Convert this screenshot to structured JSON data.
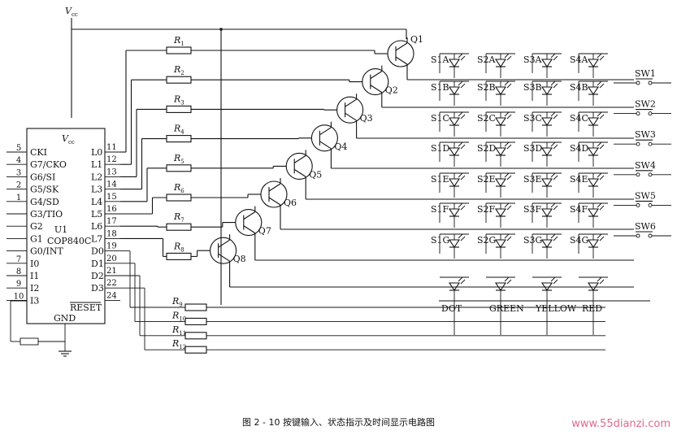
{
  "vcc_label": "V",
  "vcc_sub": "cc",
  "chip": {
    "vcc_label": "V",
    "vcc_sub": "cc",
    "ref": "U1",
    "part": "COP840C",
    "gnd": "GND",
    "reset": "RESET",
    "left_pins": [
      {
        "num": "5",
        "name": "CKI"
      },
      {
        "num": "4",
        "name": "G7/CKO"
      },
      {
        "num": "3",
        "name": "G6/SI"
      },
      {
        "num": "2",
        "name": "G5/SK"
      },
      {
        "num": "1",
        "name": "G4/SD"
      },
      {
        "num": "",
        "name": "G3/TIO"
      },
      {
        "num": "",
        "name": "G2"
      },
      {
        "num": "",
        "name": "G1"
      },
      {
        "num": "",
        "name": "G0/INT"
      },
      {
        "num": "7",
        "name": "I0"
      },
      {
        "num": "8",
        "name": "I1"
      },
      {
        "num": "9",
        "name": "I2"
      },
      {
        "num": "10",
        "name": "I3"
      }
    ],
    "right_pins": [
      {
        "num": "11",
        "name": "L0"
      },
      {
        "num": "12",
        "name": "L1"
      },
      {
        "num": "13",
        "name": "L2"
      },
      {
        "num": "14",
        "name": "L3"
      },
      {
        "num": "15",
        "name": "L4"
      },
      {
        "num": "16",
        "name": "L5"
      },
      {
        "num": "17",
        "name": "L6"
      },
      {
        "num": "18",
        "name": "L7"
      },
      {
        "num": "19",
        "name": "D0"
      },
      {
        "num": "20",
        "name": "D1"
      },
      {
        "num": "21",
        "name": "D2"
      },
      {
        "num": "22",
        "name": "D3"
      },
      {
        "num": "24",
        "name": ""
      }
    ]
  },
  "resistors_top": [
    {
      "label": "R",
      "sub": "1"
    },
    {
      "label": "R",
      "sub": "2"
    },
    {
      "label": "R",
      "sub": "3"
    },
    {
      "label": "R",
      "sub": "4"
    },
    {
      "label": "R",
      "sub": "5"
    },
    {
      "label": "R",
      "sub": "6"
    },
    {
      "label": "R",
      "sub": "7"
    },
    {
      "label": "R",
      "sub": "8"
    }
  ],
  "resistors_bottom": [
    {
      "label": "R",
      "sub": "9"
    },
    {
      "label": "R",
      "sub": "10"
    },
    {
      "label": "R",
      "sub": "11"
    },
    {
      "label": "R",
      "sub": "12"
    }
  ],
  "transistors": [
    "Q1",
    "Q2",
    "Q3",
    "Q4",
    "Q5",
    "Q6",
    "Q7",
    "Q8"
  ],
  "led_matrix": [
    [
      "S1A",
      "S2A",
      "S3A",
      "S4A"
    ],
    [
      "S1B",
      "S2B",
      "S3B",
      "S4B"
    ],
    [
      "S1C",
      "S2C",
      "S3C",
      "S4C"
    ],
    [
      "S1D",
      "S2D",
      "S3D",
      "S4D"
    ],
    [
      "S1E",
      "S2E",
      "S3E",
      "S4E"
    ],
    [
      "S1F",
      "S2F",
      "S3F",
      "S4F"
    ],
    [
      "S1G",
      "S2G",
      "S3G",
      "S4G"
    ]
  ],
  "status_leds": [
    "DOT",
    "GREEN",
    "YELLOW",
    "RED"
  ],
  "switches": [
    "SW1",
    "SW2",
    "SW3",
    "SW4",
    "SW5",
    "SW6"
  ],
  "caption": "图 2 - 10    按键输入、状态指示及时间显示电路图",
  "watermark": "www.55dianzi.com"
}
